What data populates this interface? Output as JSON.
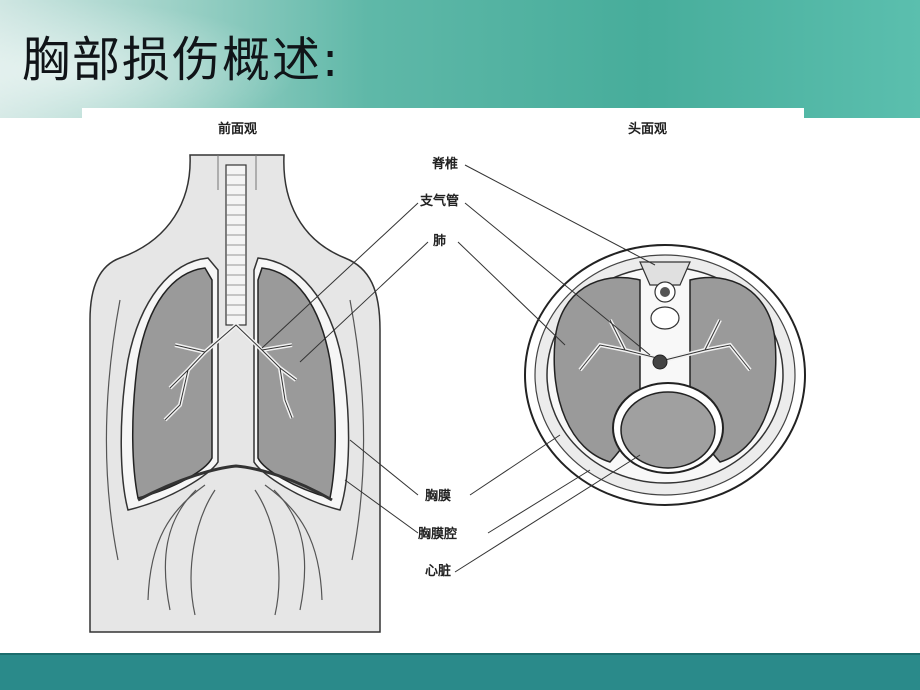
{
  "slide": {
    "title": "胸部损伤概述:"
  },
  "diagram": {
    "front_view_title": "前面观",
    "top_view_title": "头面观",
    "labels": {
      "spine": "脊椎",
      "bronchus": "支气管",
      "lung": "肺",
      "pleura": "胸膜",
      "pleural_cavity": "胸膜腔",
      "heart": "心脏"
    }
  },
  "colors": {
    "header_teal": "#47ad9b",
    "footer_teal": "#2a8a8a",
    "lung_fill": "#9a9a9a",
    "body_fill": "#e8e8e8"
  }
}
